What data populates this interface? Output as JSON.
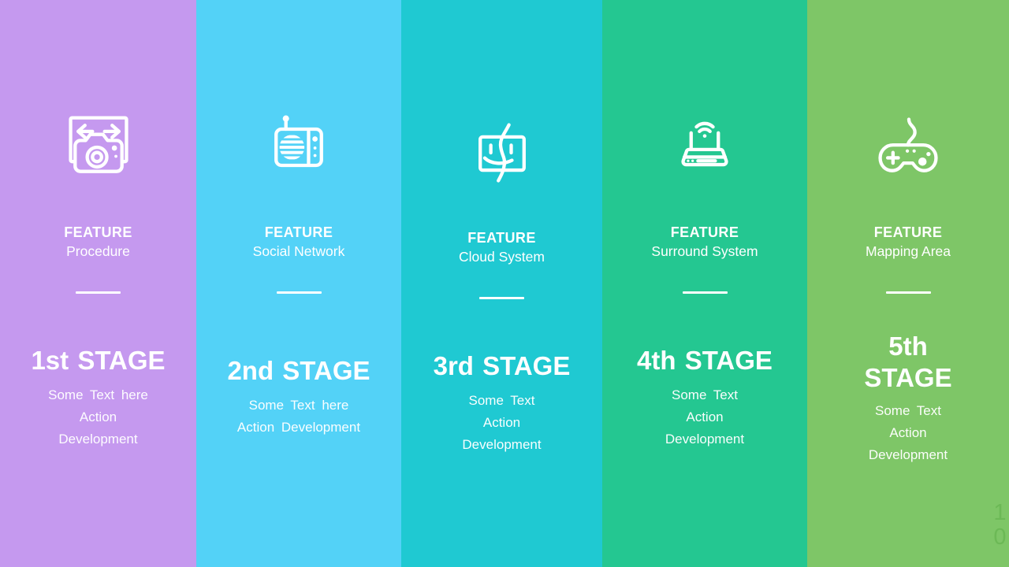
{
  "slide": {
    "page_number": "10",
    "page_number_color": "#6cb956",
    "columns": [
      {
        "icon": "camera-sync-icon",
        "feature_label": "FEATURE",
        "subtitle": "Procedure",
        "stage_title": "1st STAGE",
        "description": "Some Text here\nAction\nDevelopment",
        "background_color": "#c599ef"
      },
      {
        "icon": "radio-icon",
        "feature_label": "FEATURE",
        "subtitle": "Social Network",
        "stage_title": "2nd STAGE",
        "description": "Some Text here\nAction Development",
        "background_color": "#53d2f7"
      },
      {
        "icon": "finder-face-icon",
        "feature_label": "FEATURE",
        "subtitle": "Cloud System",
        "stage_title": "3rd STAGE",
        "description": "Some Text\nAction\nDevelopment",
        "background_color": "#1fc9d2"
      },
      {
        "icon": "wifi-router-icon",
        "feature_label": "FEATURE",
        "subtitle": "Surround System",
        "stage_title": "4th STAGE",
        "description": "Some Text\nAction\nDevelopment",
        "background_color": "#24c791"
      },
      {
        "icon": "game-controller-icon",
        "feature_label": "FEATURE",
        "subtitle": "Mapping Area",
        "stage_title": "5th\nSTAGE",
        "description": "Some Text\nAction\nDevelopment",
        "background_color": "#7ec667"
      }
    ]
  }
}
